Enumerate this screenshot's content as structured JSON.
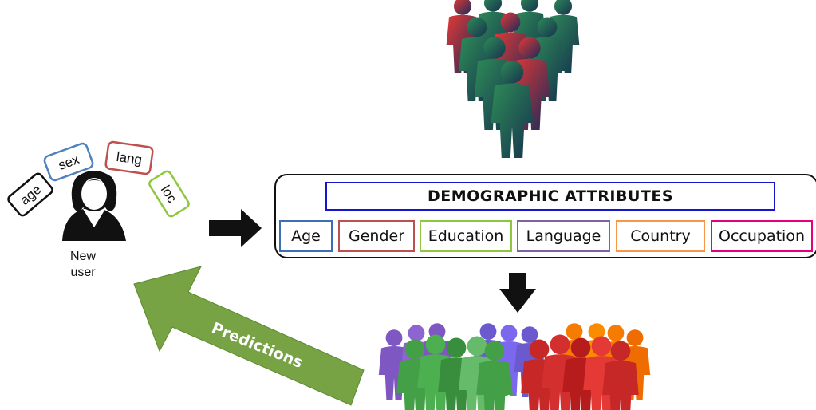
{
  "user": {
    "label_line1": "New",
    "label_line2": "user",
    "tags": [
      "age",
      "sex",
      "lang",
      "loc"
    ]
  },
  "demographics": {
    "title": "DEMOGRAPHIC ATTRIBUTES",
    "attributes": [
      {
        "label": "Age",
        "color": "#3b6fb6"
      },
      {
        "label": "Gender",
        "color": "#c0504d"
      },
      {
        "label": "Education",
        "color": "#8dc63f"
      },
      {
        "label": "Language",
        "color": "#8064a2"
      },
      {
        "label": "Country",
        "color": "#f79646"
      },
      {
        "label": "Occupation",
        "color": "#e6007e"
      }
    ]
  },
  "predictions_label": "Predictions",
  "colors": {
    "group_green": "#4caf50",
    "group_red": "#d32f2f",
    "group_purple": "#7e57c2",
    "group_orange": "#f57c00",
    "arrow_green": "#77a344"
  }
}
